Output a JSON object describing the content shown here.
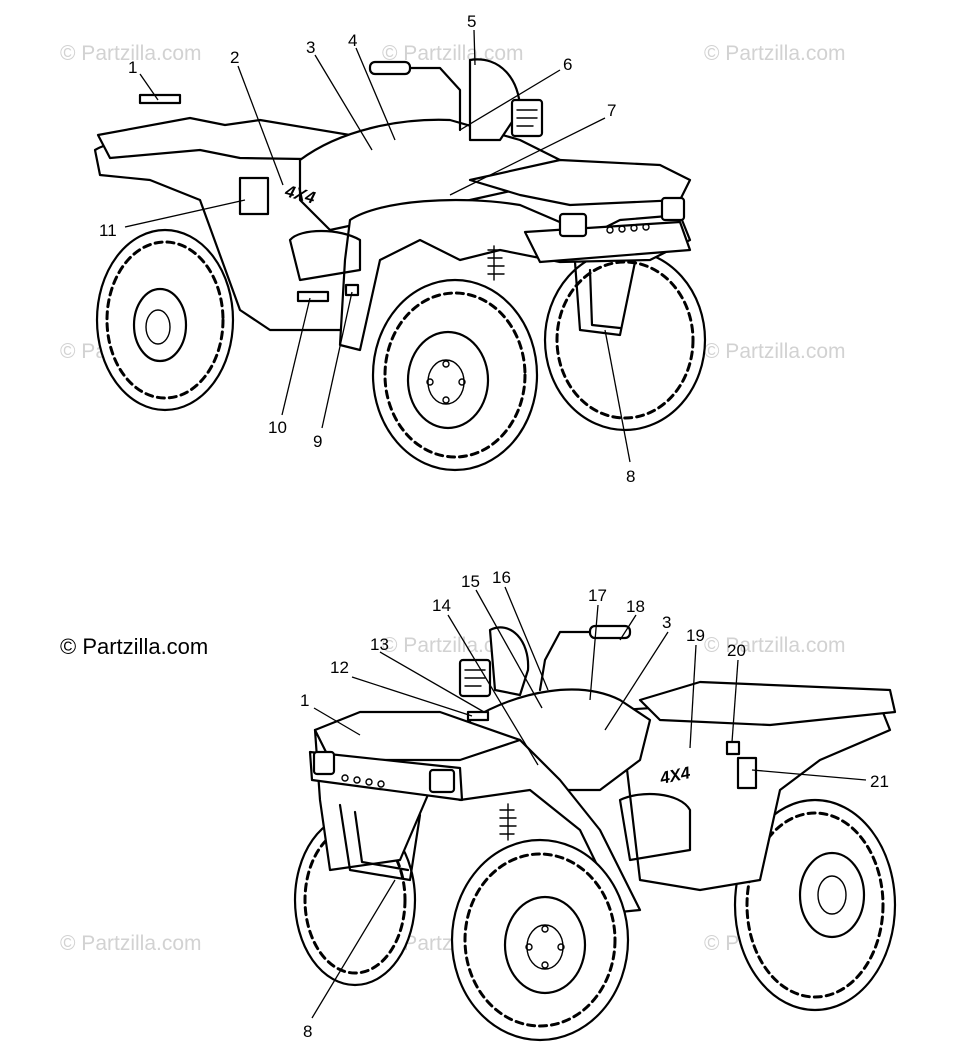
{
  "watermark_text": "© Partzilla.com",
  "copyright_notice": "© Partzilla.com",
  "diagram_top": {
    "callouts": [
      "1",
      "2",
      "3",
      "4",
      "5",
      "6",
      "7",
      "8",
      "9",
      "10",
      "11"
    ],
    "decal_text": "4X4"
  },
  "diagram_bottom": {
    "callouts": [
      "1",
      "12",
      "13",
      "14",
      "15",
      "16",
      "17",
      "18",
      "3",
      "19",
      "20",
      "21",
      "8"
    ],
    "decal_text": "4X4"
  }
}
